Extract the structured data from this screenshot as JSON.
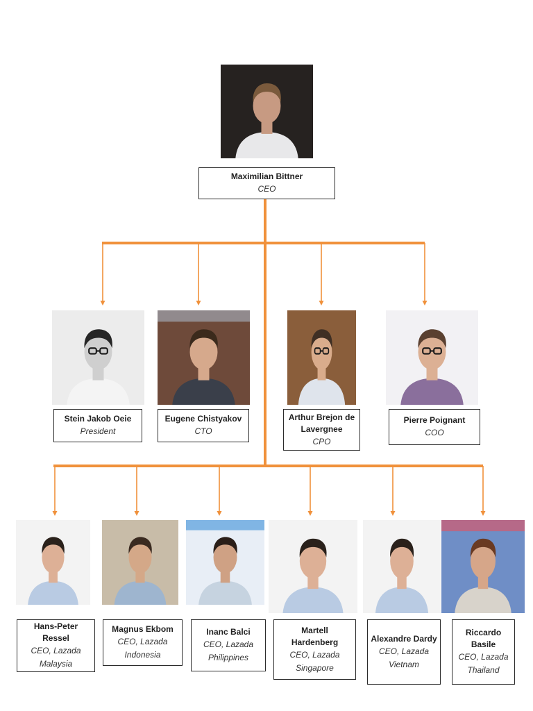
{
  "colors": {
    "connector": "#f0913b",
    "border": "#2b2b2b"
  },
  "ceo": {
    "name": "Maximilian Bittner",
    "role": "CEO"
  },
  "executives": [
    {
      "name": "Stein Jakob Oeie",
      "role": "President"
    },
    {
      "name": "Eugene Chistyakov",
      "role": "CTO"
    },
    {
      "name": "Arthur Brejon de Lavergnee",
      "role": "CPO"
    },
    {
      "name": "Pierre Poignant",
      "role": "COO"
    }
  ],
  "country_ceos": [
    {
      "name": "Hans-Peter Ressel",
      "role": "CEO, Lazada Malaysia"
    },
    {
      "name": "Magnus Ekbom",
      "role": "CEO, Lazada Indonesia"
    },
    {
      "name": "Inanc Balci",
      "role": "CEO, Lazada Philippines"
    },
    {
      "name": "Martell Hardenberg",
      "role": "CEO, Lazada Singapore"
    },
    {
      "name": "Alexandre Dardy",
      "role": "CEO, Lazada Vietnam"
    },
    {
      "name": "Riccardo Basile",
      "role": "CEO, Lazada Thailand"
    }
  ]
}
